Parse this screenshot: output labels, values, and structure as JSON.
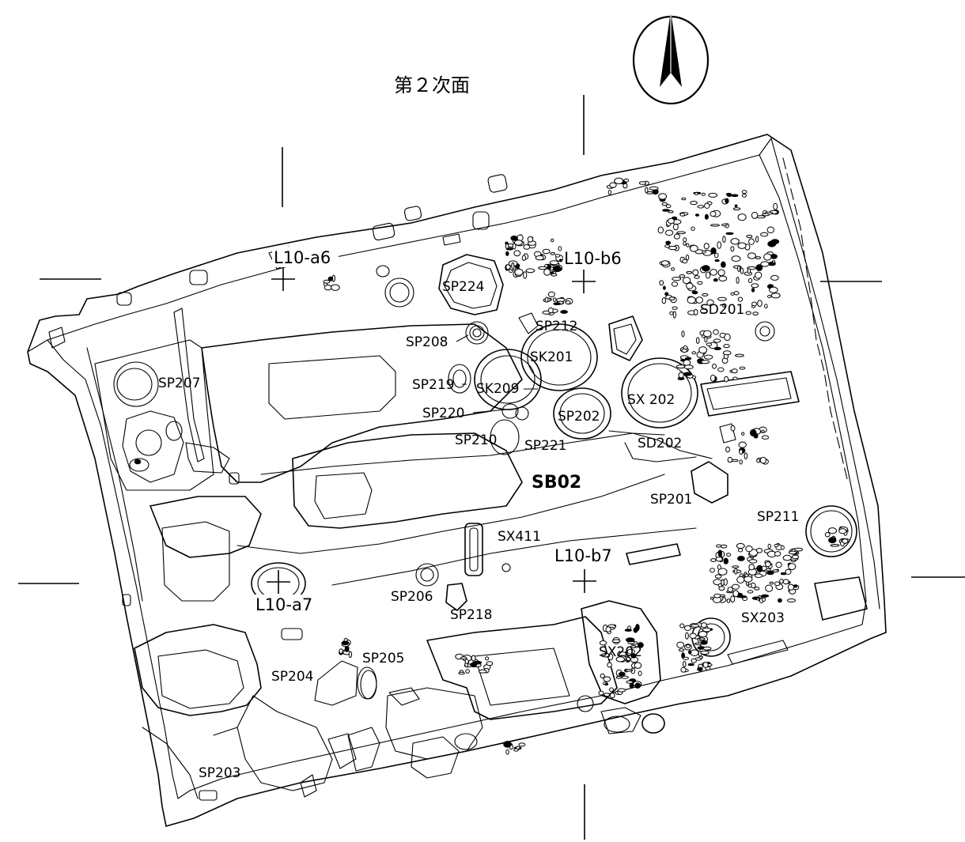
{
  "title": "第２次面",
  "structure_label": "SB02",
  "grid_points": [
    {
      "id": "a6",
      "label": "L10-a6"
    },
    {
      "id": "b6",
      "label": "L10-b6"
    },
    {
      "id": "a7",
      "label": "L10-a7"
    },
    {
      "id": "b7",
      "label": "L10-b7"
    }
  ],
  "features": [
    {
      "id": "sp224",
      "label": "SP224"
    },
    {
      "id": "sp212",
      "label": "SP212"
    },
    {
      "id": "sp208",
      "label": "SP208"
    },
    {
      "id": "sk201",
      "label": "SK201"
    },
    {
      "id": "sd201",
      "label": "SD201"
    },
    {
      "id": "sp207",
      "label": "SP207"
    },
    {
      "id": "sp219",
      "label": "SP219"
    },
    {
      "id": "sk209",
      "label": "SK209"
    },
    {
      "id": "sx202a",
      "label": "SX 202"
    },
    {
      "id": "sp220",
      "label": "SP220"
    },
    {
      "id": "sp202",
      "label": "SP202"
    },
    {
      "id": "sp210",
      "label": "SP210"
    },
    {
      "id": "sp221",
      "label": "SP221"
    },
    {
      "id": "sd202",
      "label": "SD202"
    },
    {
      "id": "sp201",
      "label": "SP201"
    },
    {
      "id": "sp211",
      "label": "SP211"
    },
    {
      "id": "sx411",
      "label": "SX411"
    },
    {
      "id": "sp206",
      "label": "SP206"
    },
    {
      "id": "sp218",
      "label": "SP218"
    },
    {
      "id": "sx203",
      "label": "SX203"
    },
    {
      "id": "sx202b",
      "label": "SX202"
    },
    {
      "id": "sp205",
      "label": "SP205"
    },
    {
      "id": "sp204",
      "label": "SP204"
    },
    {
      "id": "sp203",
      "label": "SP203"
    }
  ]
}
